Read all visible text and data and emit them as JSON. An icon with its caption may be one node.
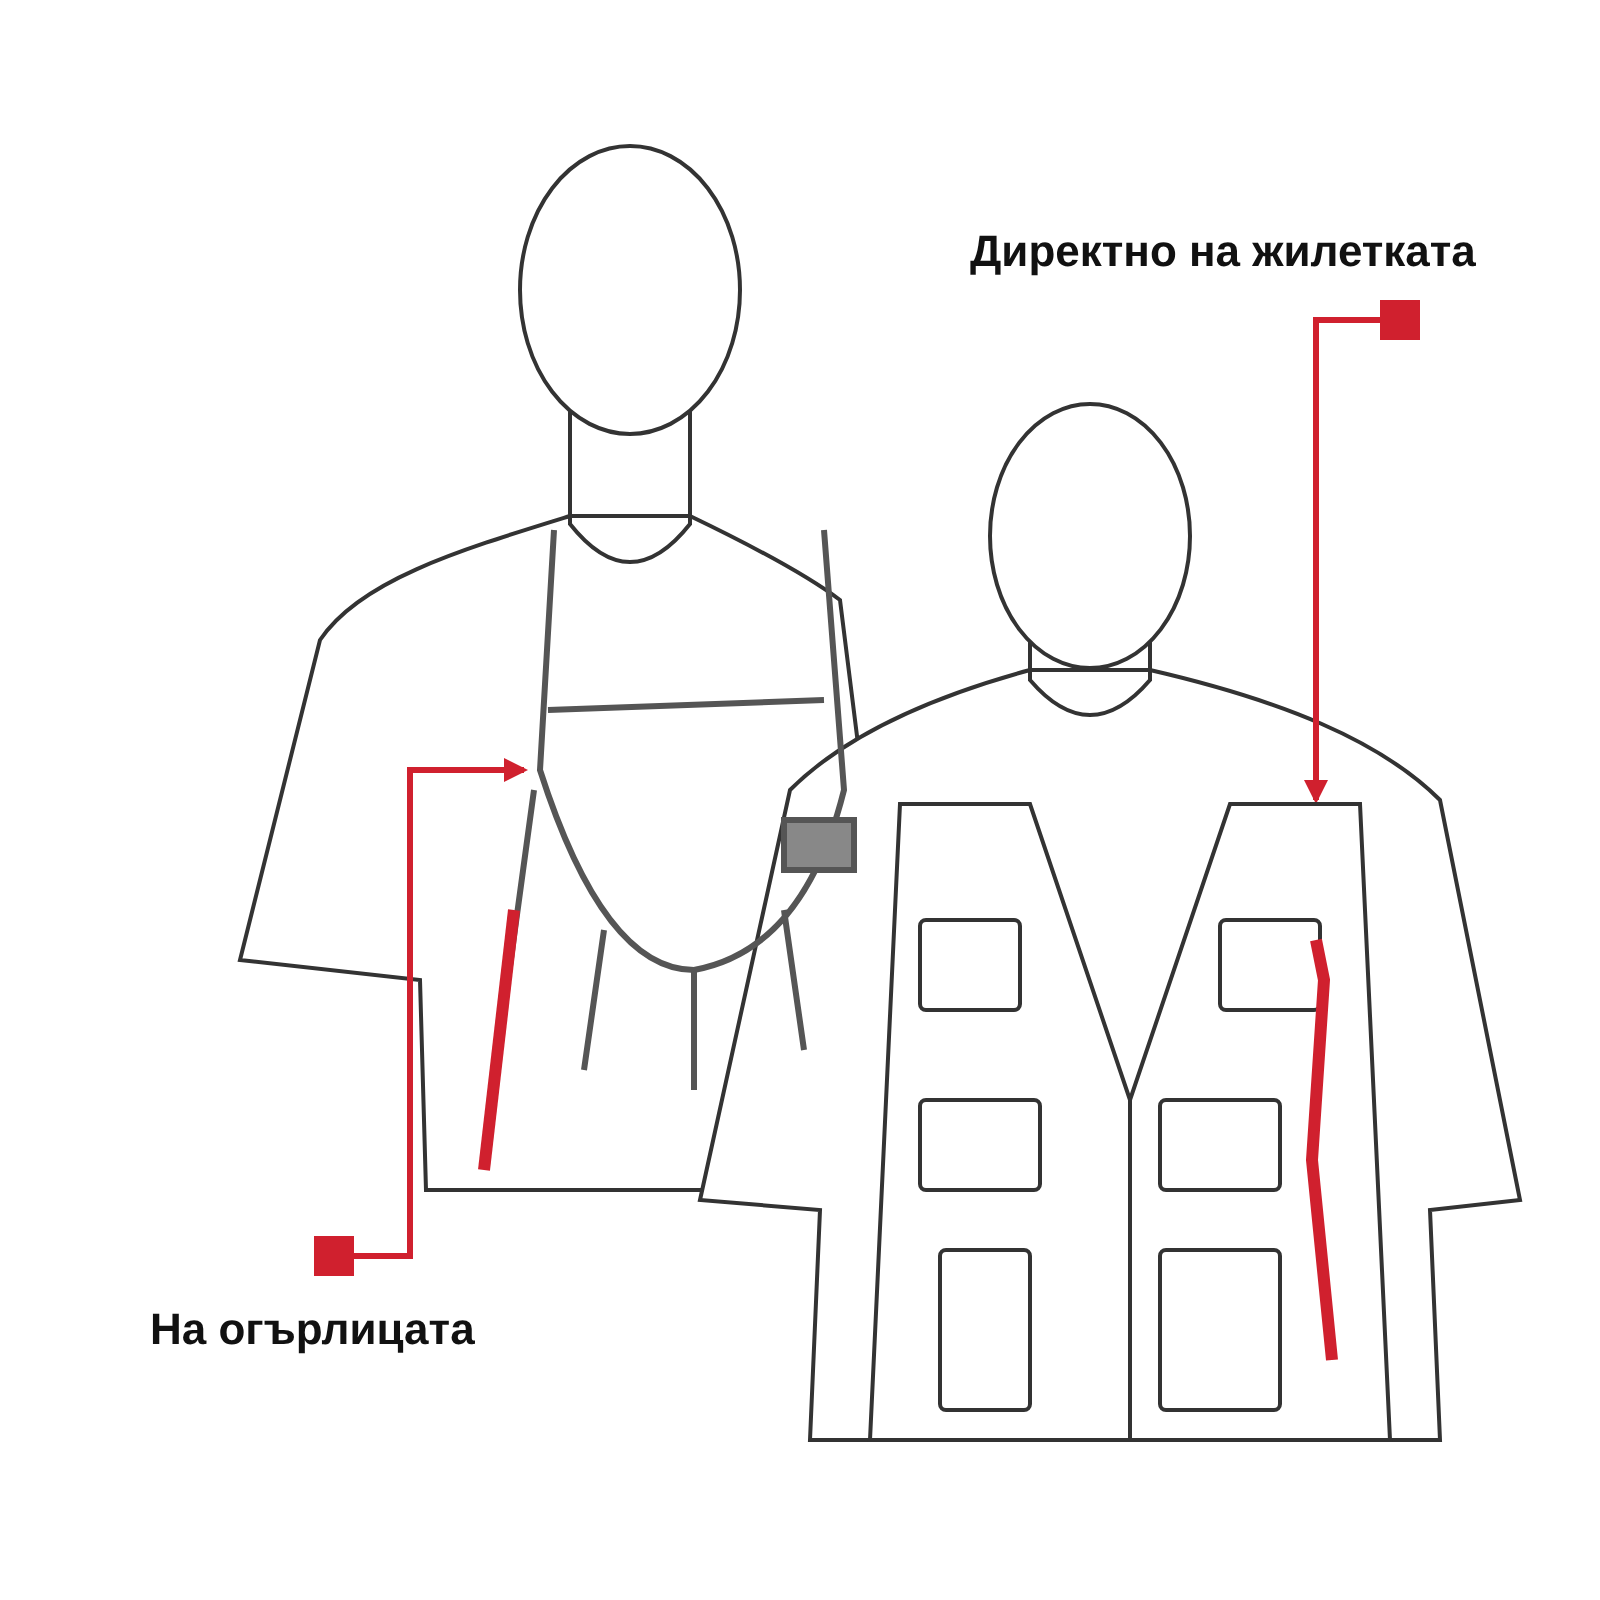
{
  "diagram": {
    "nodes": [
      {
        "text": [
          "Директно на жилетката"
        ]
      },
      {
        "text": [],
        "shape": "picture"
      },
      {
        "text": [
          "На огърлицата"
        ]
      },
      {
        "text": [],
        "shape": "picture"
      }
    ],
    "edges": [
      {
        "from": 0,
        "to": 3,
        "arrow": "to"
      },
      {
        "from": 2,
        "to": 1,
        "arrow": "to"
      }
    ]
  }
}
